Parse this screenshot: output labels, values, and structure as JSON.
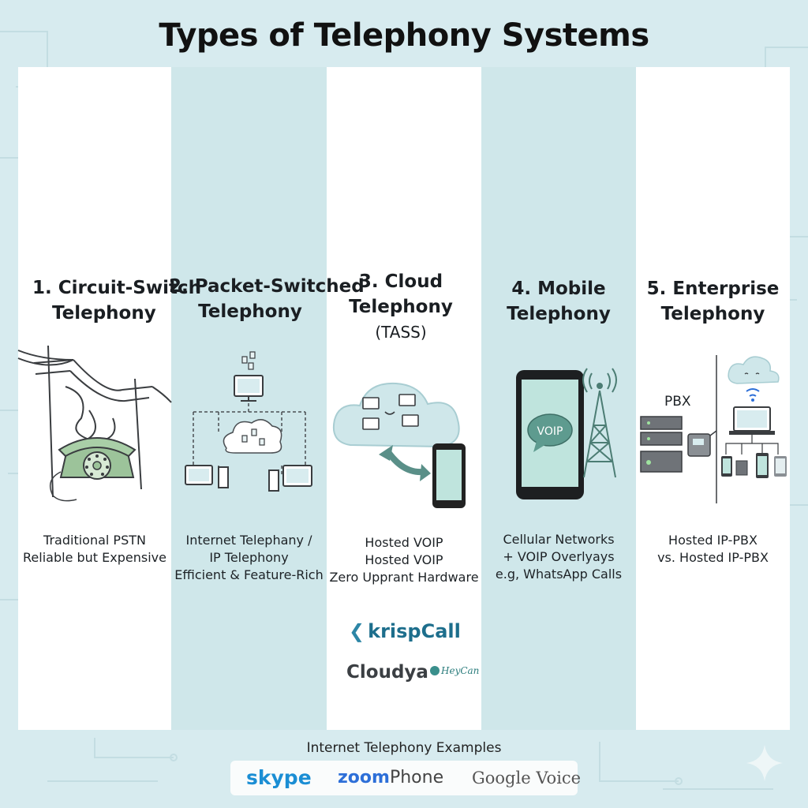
{
  "title": "Types of Telephony Systems",
  "columns": [
    {
      "title_lines": [
        "1. Circuit-Switch",
        "Telephony"
      ],
      "desc_lines": [
        "Traditional PSTN",
        "Reliable but Expensive"
      ]
    },
    {
      "title_lines": [
        "2. Packet-Switched",
        "Telephony"
      ],
      "desc_lines": [
        "Internet Telephany /",
        "IP Telephony",
        "Efficient & Feature-Rich"
      ]
    },
    {
      "title_lines": [
        "3. Cloud",
        "Telephony",
        "(TASS)"
      ],
      "desc_lines": [
        "Hosted VOIP",
        "Hosted VOIP",
        "Zero Upprant Hardware"
      ]
    },
    {
      "title_lines": [
        "4. Mobile",
        "Telephony"
      ],
      "desc_lines": [
        "Cellular Networks",
        "+ VOIP Overlyays",
        "e.g, WhatsApp Calls"
      ],
      "bubble_label": "VOIP"
    },
    {
      "title_lines": [
        "5. Enterprise",
        "Telephony"
      ],
      "desc_lines": [
        "Hosted IP-PBX",
        "vs. Hosted IP-PBX"
      ],
      "pbx_label": "PBX"
    }
  ],
  "cloud_brands": {
    "krisp": "krispCall",
    "cloudya": "Cloudya",
    "heycan": "HeyCan"
  },
  "examples": {
    "label": "Internet Telephony Examples",
    "skype": "skype",
    "zoom_word": "zoom",
    "zoom_phone": "Phone",
    "google_voice": "Google Voice"
  },
  "colors": {
    "background": "#d7ebef",
    "panel_tint": "#cfe7ea",
    "phone_green": "#9cc39a",
    "accent_teal": "#5a8f88",
    "skype_blue": "#1b8ed4",
    "zoom_blue": "#2d6fd8",
    "krisp_blue": "#1d6e8c"
  }
}
